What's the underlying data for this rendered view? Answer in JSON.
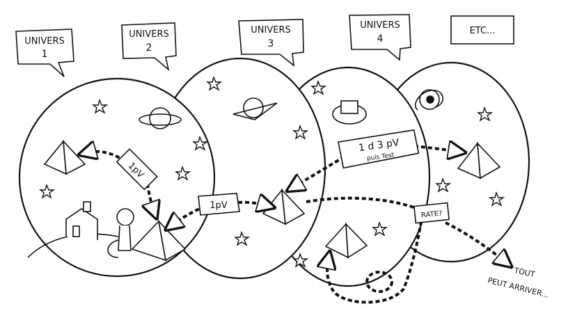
{
  "universes": [
    {
      "label_line1": "UNIVERS",
      "label_line2": "1"
    },
    {
      "label_line1": "UNIVERS",
      "label_line2": "2"
    },
    {
      "label_line1": "UNIVERS",
      "label_line2": "3"
    },
    {
      "label_line1": "UNIVERS",
      "label_line2": "4"
    },
    {
      "label_line1": "ETC...",
      "label_line2": ""
    }
  ],
  "arrow_labels": {
    "jump_1": "1pV",
    "jump_main": "1pV",
    "jump_1d3_line1": "1 d 3 pV",
    "jump_1d3_line2": "puis Test",
    "fail": "RATE?"
  },
  "outcome": {
    "line1": "TOUT",
    "line2": "PEUT ARRIVER..."
  },
  "colors": {
    "ink": "#111111",
    "paper": "#ffffff"
  }
}
